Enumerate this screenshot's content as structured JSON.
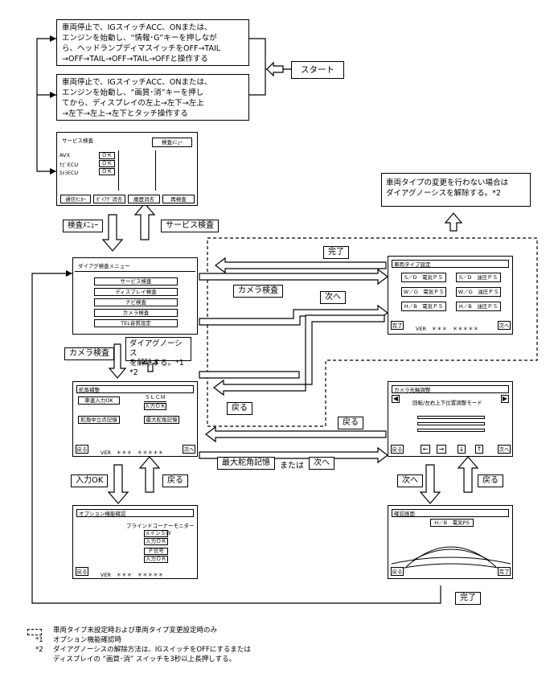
{
  "instructions": {
    "inst1": [
      "車両停止で、IGスイッチACC、ONまたは、",
      "エンジンを始動し、“情報･G”キーを押しなが",
      "ら、ヘッドランプディマスイッチをOFF→TAIL",
      "→OFF→TAIL→OFF→TAIL→OFFと操作する"
    ],
    "inst2": [
      "車両停止で、IGスイッチACC、ONまたは、",
      "エンジンを始動し、“画質･消”キーを押し",
      "てから、ディスプレイの左上→左下→左上",
      "→左下→左上→左下とタッチ操作する"
    ],
    "start": "スタート",
    "no_change": [
      "車両タイプの変更を行わない場合は",
      "ダイアグノーシスを解除する。*2"
    ],
    "release": [
      "ダイアグノーシス",
      "を解除する。*1 *2"
    ]
  },
  "labels": {
    "kensa_menu": "検査ﾒﾆｭｰ",
    "service_kensa": "サービス検査",
    "kanryo_top": "完了",
    "camera_kensa_top": "カメラ検査",
    "tsugi_top": "次へ",
    "camera_kensa_left": "カメラ検査",
    "modoru_mid": "戻る",
    "modoru_right": "戻る",
    "max_angle": "最大舵角記憶",
    "or_text": "または",
    "tsugi_mid": "次へ",
    "input_ok": "入力OK",
    "modoru_left_low": "戻る",
    "tsugi_right_low": "次へ",
    "modoru_right_low": "戻る",
    "kanryo_bottom": "完了"
  },
  "service_screen": {
    "title": "サービス検査",
    "menu_btn": "検査ﾒﾆｭｰ",
    "rows": [
      {
        "name": "AVX",
        "status": "ＯＫ"
      },
      {
        "name": "ﾅﾋﾞECU",
        "status": "ＯＫ"
      },
      {
        "name": "ｶﾒﾗECU",
        "status": "ＯＫ"
      }
    ],
    "buttons": [
      "通信ﾓﾆﾀｰ",
      "ﾀﾞｲｱｸﾞ消去",
      "履歴消去",
      "再検査"
    ]
  },
  "diag_menu": {
    "title": "ダイアグ検査メニュー",
    "items": [
      "サービス検査",
      "ディスプレイ検査",
      "ナビ検査",
      "カメラ検査",
      "TEL音質設定"
    ]
  },
  "vehicle_type": {
    "title": "車両タイプ設定",
    "buttons": [
      "S／D　電気ＰＳ",
      "S／D　油圧ＰＳ",
      "W／G　電気ＰＳ",
      "W／G　油圧ＰＳ",
      "H／B　電気ＰＳ",
      "H／B　油圧ＰＳ"
    ],
    "done": "完了",
    "ver": "VER　＊＊＊　＊＊＊＊＊",
    "next": "次へ"
  },
  "steering": {
    "title": "舵角補整",
    "straight": "車速入力OK",
    "slcm": "ＳＬＣＭ",
    "input_ok": "入力ＯＫ",
    "neutral": "舵角中立点記憶",
    "max": "最大舵角記憶",
    "back": "戻る",
    "ver": "VER　＊＊＊　＊＊＊＊＊",
    "next": "次へ"
  },
  "camera_adj": {
    "title": "カメラ光軸調整",
    "mode": "回転/左右上下位置調整モード",
    "back": "戻る",
    "next": "次へ"
  },
  "option": {
    "title": "オプション機能確認",
    "btn1": "ブラインドコーナーモニター",
    "btn2": "メインＳＷ",
    "btn3": "入力ＯＫ",
    "btn4": "Ｐ信号",
    "btn5": "入力ＯＫ",
    "back": "戻る",
    "ver": "VER　＊＊＊　＊＊＊＊＊"
  },
  "confirm": {
    "title": "確認画面",
    "type": "H／B　電気PS",
    "back": "戻る",
    "done": "完了"
  },
  "footnotes": {
    "legend": "車両タイプ未設定時および車両タイプ変更設定時のみ",
    "n1_mark": "*1",
    "n1": "オプション機能確認時",
    "n2_mark": "*2",
    "n2a": "ダイアグノーシスの解除方法は、IGスイッチをOFFにするまたは",
    "n2b": "ディスプレイの “画質･消” スイッチを3秒以上長押しする。"
  }
}
